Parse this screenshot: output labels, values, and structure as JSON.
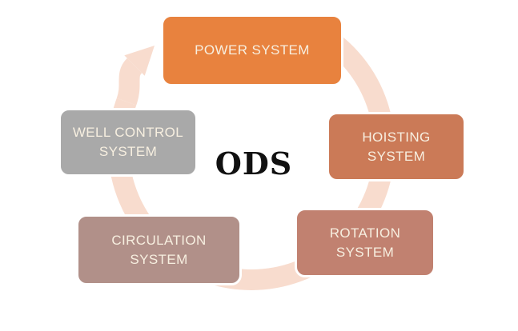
{
  "diagram": {
    "center_label": "ODS",
    "ring_color": "#F8DCCE",
    "label_text_color": "#F7EFE0",
    "nodes": [
      {
        "id": "power-system",
        "label": "POWER SYSTEM",
        "color": "#E8823E"
      },
      {
        "id": "hoisting-system",
        "label": "HOISTING\nSYSTEM",
        "color": "#CB7A57"
      },
      {
        "id": "rotation-system",
        "label": "ROTATION\nSYSTEM",
        "color": "#C18170"
      },
      {
        "id": "circulation-system",
        "label": "CIRCULATION\nSYSTEM",
        "color": "#B19089"
      },
      {
        "id": "well-control-system",
        "label": "WELL CONTROL\nSYSTEM",
        "color": "#A9A9A9"
      }
    ]
  }
}
